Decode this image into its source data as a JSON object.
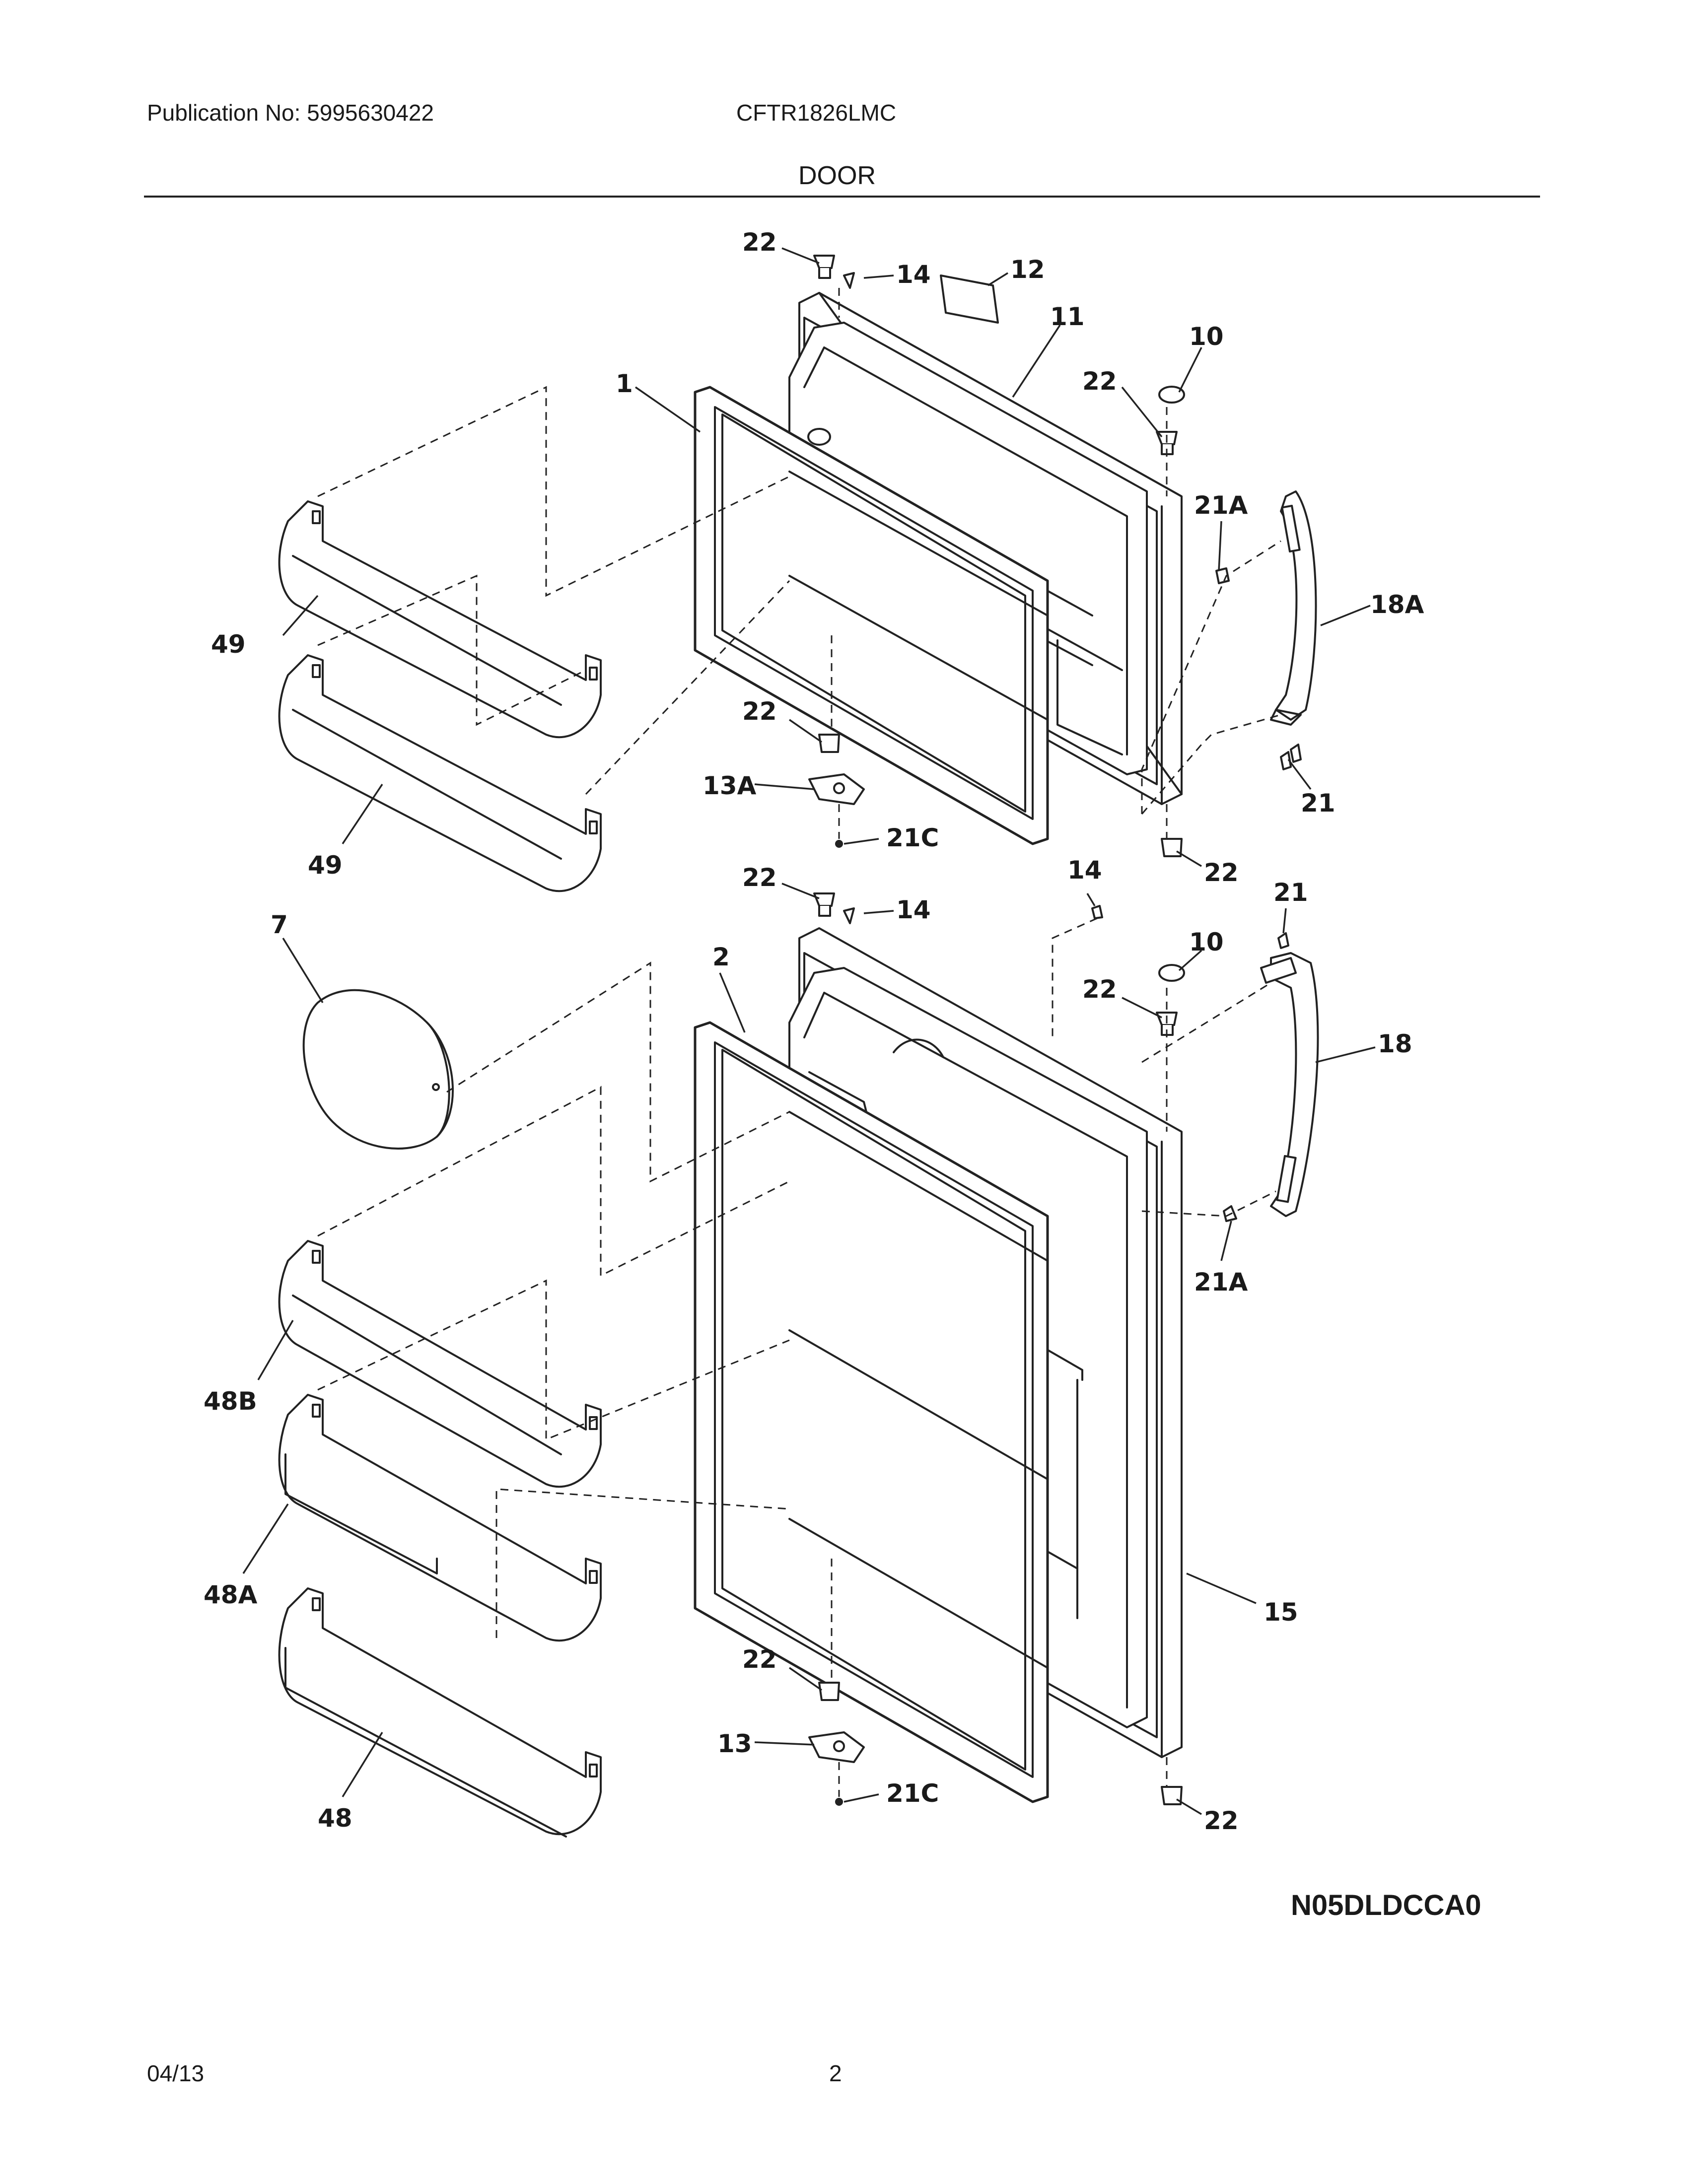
{
  "header": {
    "publication": "Publication No: 5995630422",
    "model": "CFTR1826LMC",
    "section_title": "DOOR"
  },
  "footer": {
    "date": "04/13",
    "page_number": "2"
  },
  "drawing_code": "N05DLDCCA0",
  "part_callouts": [
    {
      "id": "c1",
      "label": "22"
    },
    {
      "id": "c2",
      "label": "14"
    },
    {
      "id": "c3",
      "label": "12"
    },
    {
      "id": "c4",
      "label": "11"
    },
    {
      "id": "c5",
      "label": "10"
    },
    {
      "id": "c6",
      "label": "22"
    },
    {
      "id": "c7",
      "label": "1"
    },
    {
      "id": "c8",
      "label": "21A"
    },
    {
      "id": "c9",
      "label": "18A"
    },
    {
      "id": "c10",
      "label": "49"
    },
    {
      "id": "c11",
      "label": "22"
    },
    {
      "id": "c12",
      "label": "13A"
    },
    {
      "id": "c13",
      "label": "21"
    },
    {
      "id": "c14",
      "label": "49"
    },
    {
      "id": "c15",
      "label": "21C"
    },
    {
      "id": "c16",
      "label": "14"
    },
    {
      "id": "c17",
      "label": "22"
    },
    {
      "id": "c18",
      "label": "22"
    },
    {
      "id": "c19",
      "label": "14"
    },
    {
      "id": "c20",
      "label": "21"
    },
    {
      "id": "c21",
      "label": "7"
    },
    {
      "id": "c22",
      "label": "2"
    },
    {
      "id": "c23",
      "label": "10"
    },
    {
      "id": "c24",
      "label": "22"
    },
    {
      "id": "c25",
      "label": "18"
    },
    {
      "id": "c26",
      "label": "21A"
    },
    {
      "id": "c27",
      "label": "48B"
    },
    {
      "id": "c28",
      "label": "48A"
    },
    {
      "id": "c29",
      "label": "15"
    },
    {
      "id": "c30",
      "label": "22"
    },
    {
      "id": "c31",
      "label": "13"
    },
    {
      "id": "c32",
      "label": "21C"
    },
    {
      "id": "c33",
      "label": "48"
    },
    {
      "id": "c34",
      "label": "22"
    }
  ]
}
